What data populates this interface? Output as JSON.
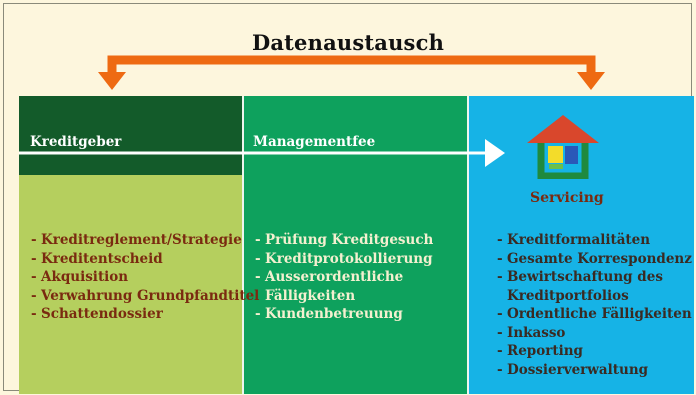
{
  "diagram": {
    "title": "Datenaustausch",
    "columns": [
      {
        "label": "Kreditgeber",
        "items": [
          {
            "text": "Kreditreglement/Strategie",
            "continued": false
          },
          {
            "text": "Kreditentscheid",
            "continued": false
          },
          {
            "text": "Akquisition",
            "continued": false
          },
          {
            "text": "Verwahrung Grundpfandtitel",
            "continued": false
          },
          {
            "text": "Schattendossier",
            "continued": false
          }
        ]
      },
      {
        "label": "Managementfee",
        "items": [
          {
            "text": "Prüfung Kreditgesuch",
            "continued": false
          },
          {
            "text": "Kreditprotokollierung",
            "continued": false
          },
          {
            "text": "Ausserordentliche",
            "continued": false
          },
          {
            "text": "Fälligkeiten",
            "continued": true
          },
          {
            "text": "Kundenbetreuung",
            "continued": false
          }
        ]
      },
      {
        "label": "Servicing",
        "items": [
          {
            "text": "Kreditformalitäten",
            "continued": false
          },
          {
            "text": "Gesamte Korrespondenz",
            "continued": false
          },
          {
            "text": "Bewirtschaftung des",
            "continued": false
          },
          {
            "text": "Kreditportfolios",
            "continued": true
          },
          {
            "text": "Ordentliche Fälligkeiten",
            "continued": false
          },
          {
            "text": "Inkasso",
            "continued": false
          },
          {
            "text": "Reporting",
            "continued": false
          },
          {
            "text": "Dossierverwaltung",
            "continued": false
          }
        ]
      }
    ],
    "colors": {
      "background": "#fdf6dd",
      "exchange_arrow": "#ee6a12",
      "kreditgeber_head": "#135b2a",
      "kreditgeber_body": "#b5cf5e",
      "managementfee": "#0ea15d",
      "servicing": "#16b3e6",
      "house_roof": "#d9472c",
      "house_walls": "#1f8a3e"
    }
  }
}
